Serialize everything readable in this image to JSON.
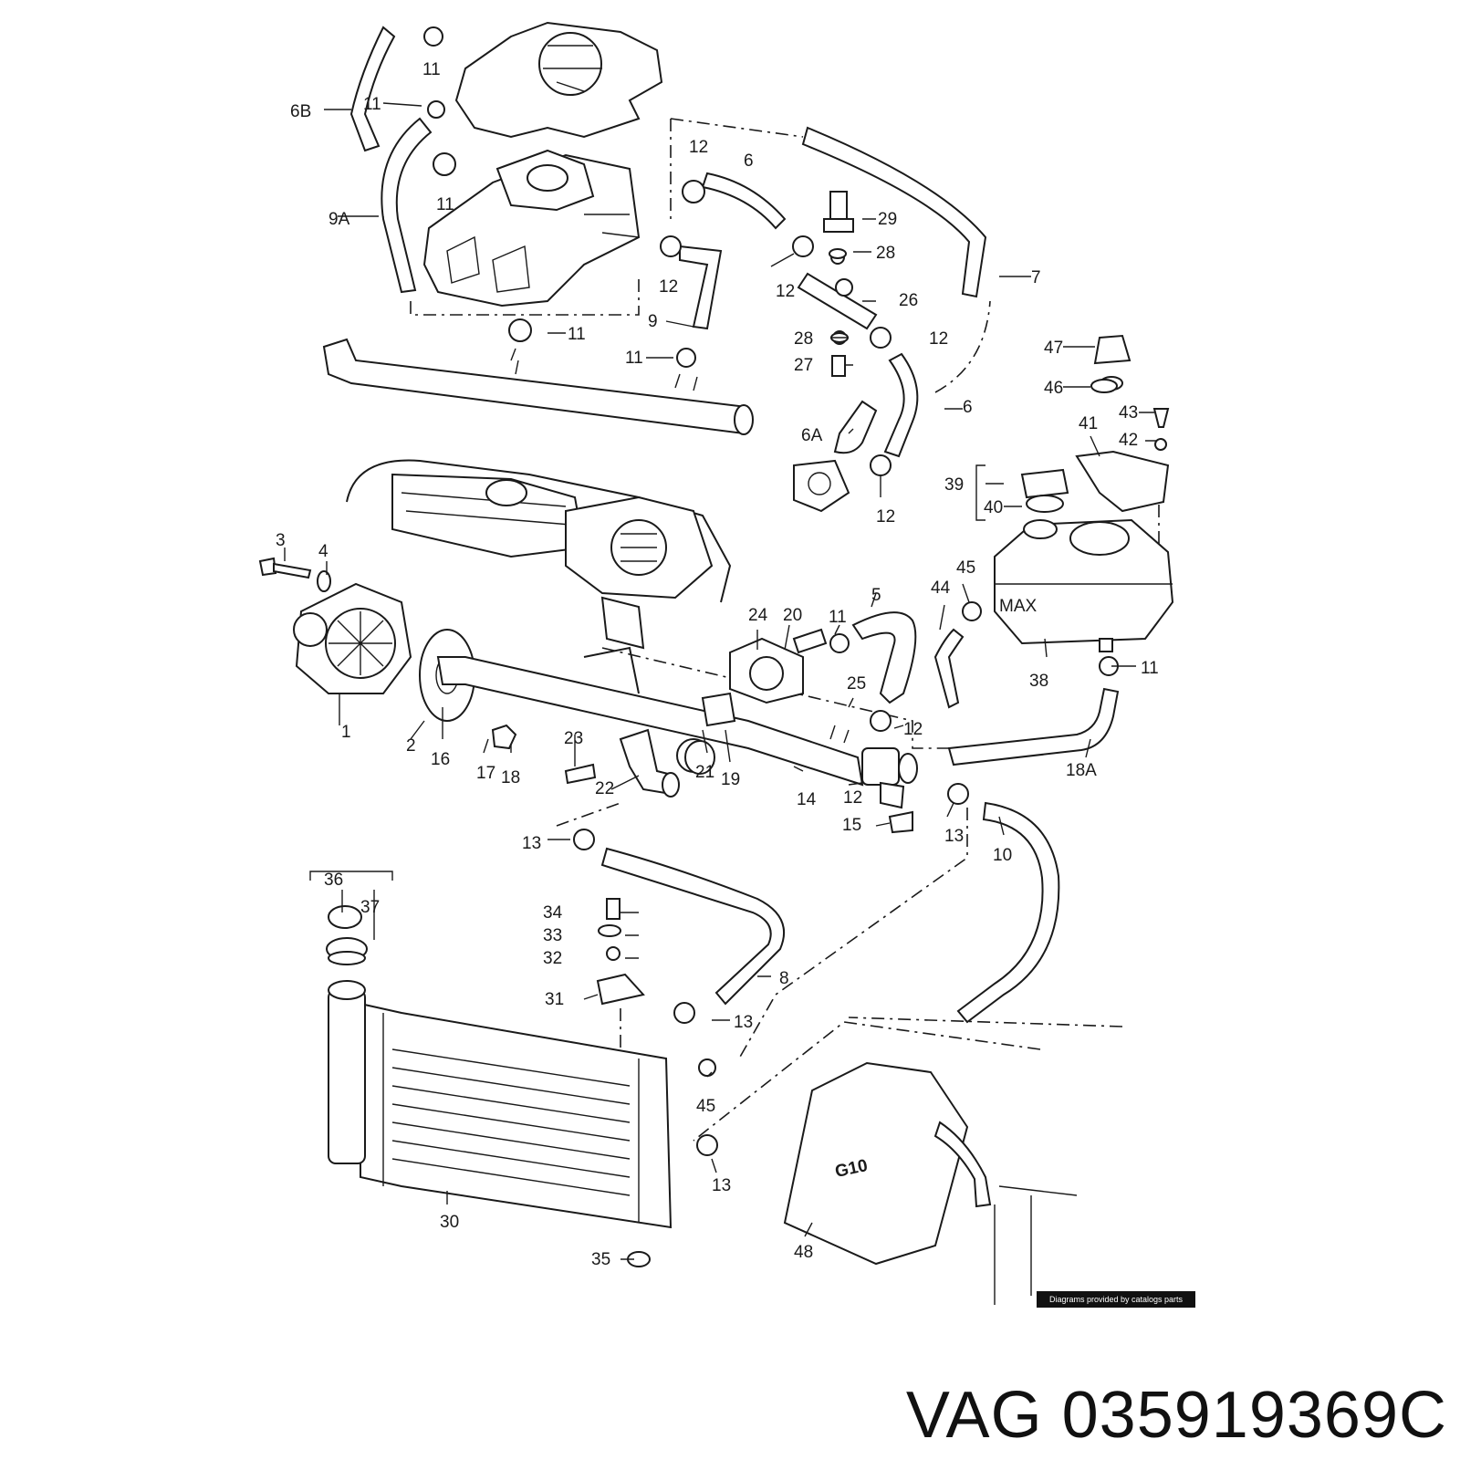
{
  "callouts": [
    "1",
    "2",
    "3",
    "4",
    "5",
    "6",
    "6A",
    "6B",
    "7",
    "8",
    "9",
    "9A",
    "10",
    "11",
    "12",
    "13",
    "14",
    "15",
    "16",
    "17",
    "18",
    "18A",
    "19",
    "20",
    "21",
    "22",
    "23",
    "24",
    "25",
    "26",
    "27",
    "28",
    "29",
    "30",
    "31",
    "32",
    "33",
    "34",
    "35",
    "36",
    "37",
    "38",
    "39",
    "40",
    "41",
    "42",
    "43",
    "44",
    "45",
    "46",
    "47",
    "48"
  ],
  "markings": {
    "tank_level": "MAX",
    "jug_label": "G10"
  },
  "credit": "Diagrams provided by catalogs parts",
  "footer": {
    "brand": "VAG",
    "part_number": "035919369C"
  }
}
